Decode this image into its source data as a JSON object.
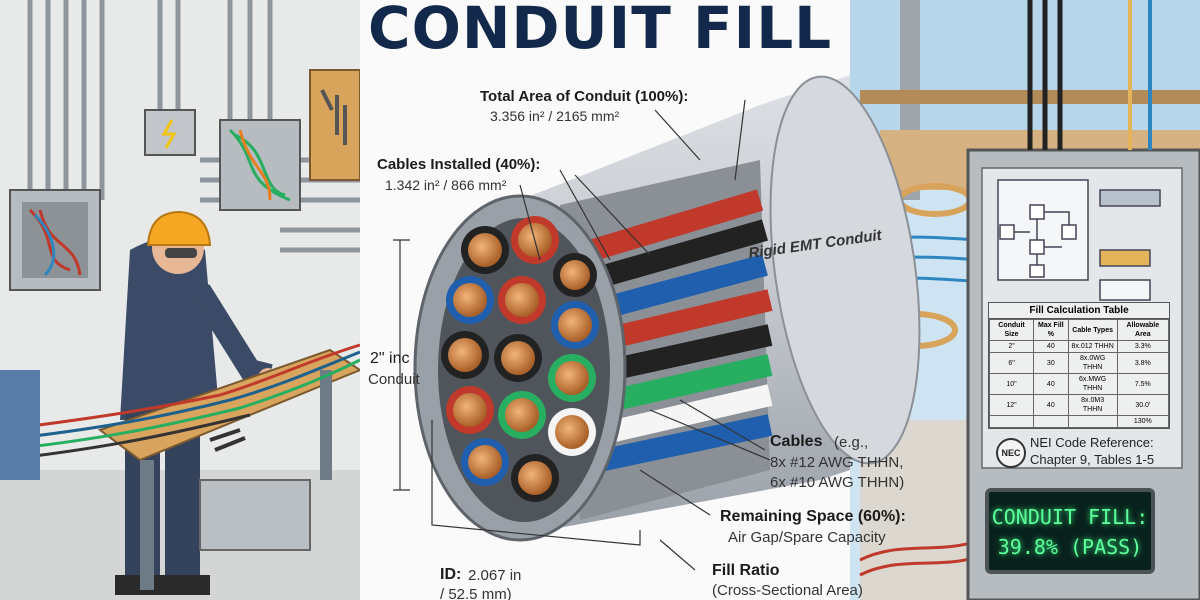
{
  "title": "CONDUIT FILL",
  "callouts": {
    "total_area": {
      "label": "Total Area of Conduit (100%):",
      "value": "3.356 in² / 2165 mm²"
    },
    "cables_installed": {
      "label": "Cables Installed (40%):",
      "value": "1.342 in² / 866 mm²"
    },
    "conduit_type": "Rigid EMT Conduit",
    "size": {
      "label": "2\" inc",
      "sub": "Conduit"
    },
    "cables": {
      "label": "Cables",
      "line1": "(e.g.,",
      "line2": "8x #12 AWG THHN,",
      "line3": "6x #10 AWG THHN)"
    },
    "remaining": {
      "label": "Remaining Space (60%):",
      "value": "Air Gap/Spare Capacity"
    },
    "inner_diameter": {
      "label": "ID:",
      "value": "2.067 in",
      "value2": "/ 52.5 mm)"
    },
    "fill_ratio": {
      "label": "Fill Ratio",
      "value": "(Cross-Sectional Area)"
    }
  },
  "fill_table": {
    "title": "Fill Calculation Table",
    "headers": [
      "Conduit Size",
      "Max Fill %",
      "Cable Types",
      "Allowable Area"
    ],
    "rows": [
      [
        "2\"",
        "40",
        "8x.012 THHN",
        "3.3%"
      ],
      [
        "6\"",
        "30",
        "8x.0WG THHN",
        "3.8%"
      ],
      [
        "10\"",
        "40",
        "6x.MWG THHN",
        "7.5%"
      ],
      [
        "12\"",
        "40",
        "8x.0M3 THHN",
        "30.0'"
      ],
      [
        "",
        "",
        "",
        "130%"
      ]
    ]
  },
  "nec": {
    "badge": "NEC",
    "line1": "NEI Code Reference:",
    "line2": "Chapter 9, Tables 1-5"
  },
  "display": {
    "line1": "CONDUIT FILL:",
    "line2": "39.8% (PASS)"
  },
  "colors": {
    "title": "#13294b",
    "display_text": "#5dff9c",
    "copper": "#c57a3c",
    "conduit": "#c9cdd2"
  }
}
